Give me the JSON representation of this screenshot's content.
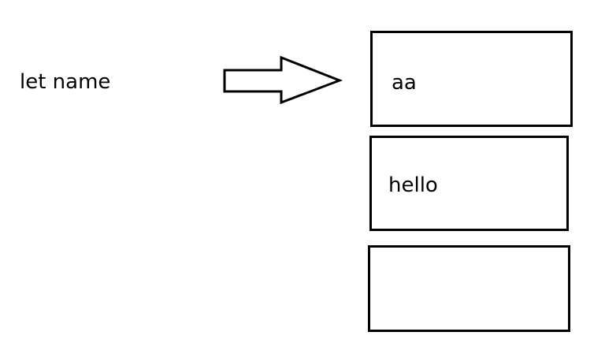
{
  "variable_label": "let name",
  "memory_cells": [
    {
      "value": "aa"
    },
    {
      "value": "hello"
    },
    {
      "value": ""
    }
  ],
  "arrow_icon": "block-right-arrow-icon",
  "colors": {
    "stroke": "#000000",
    "background": "#ffffff"
  }
}
